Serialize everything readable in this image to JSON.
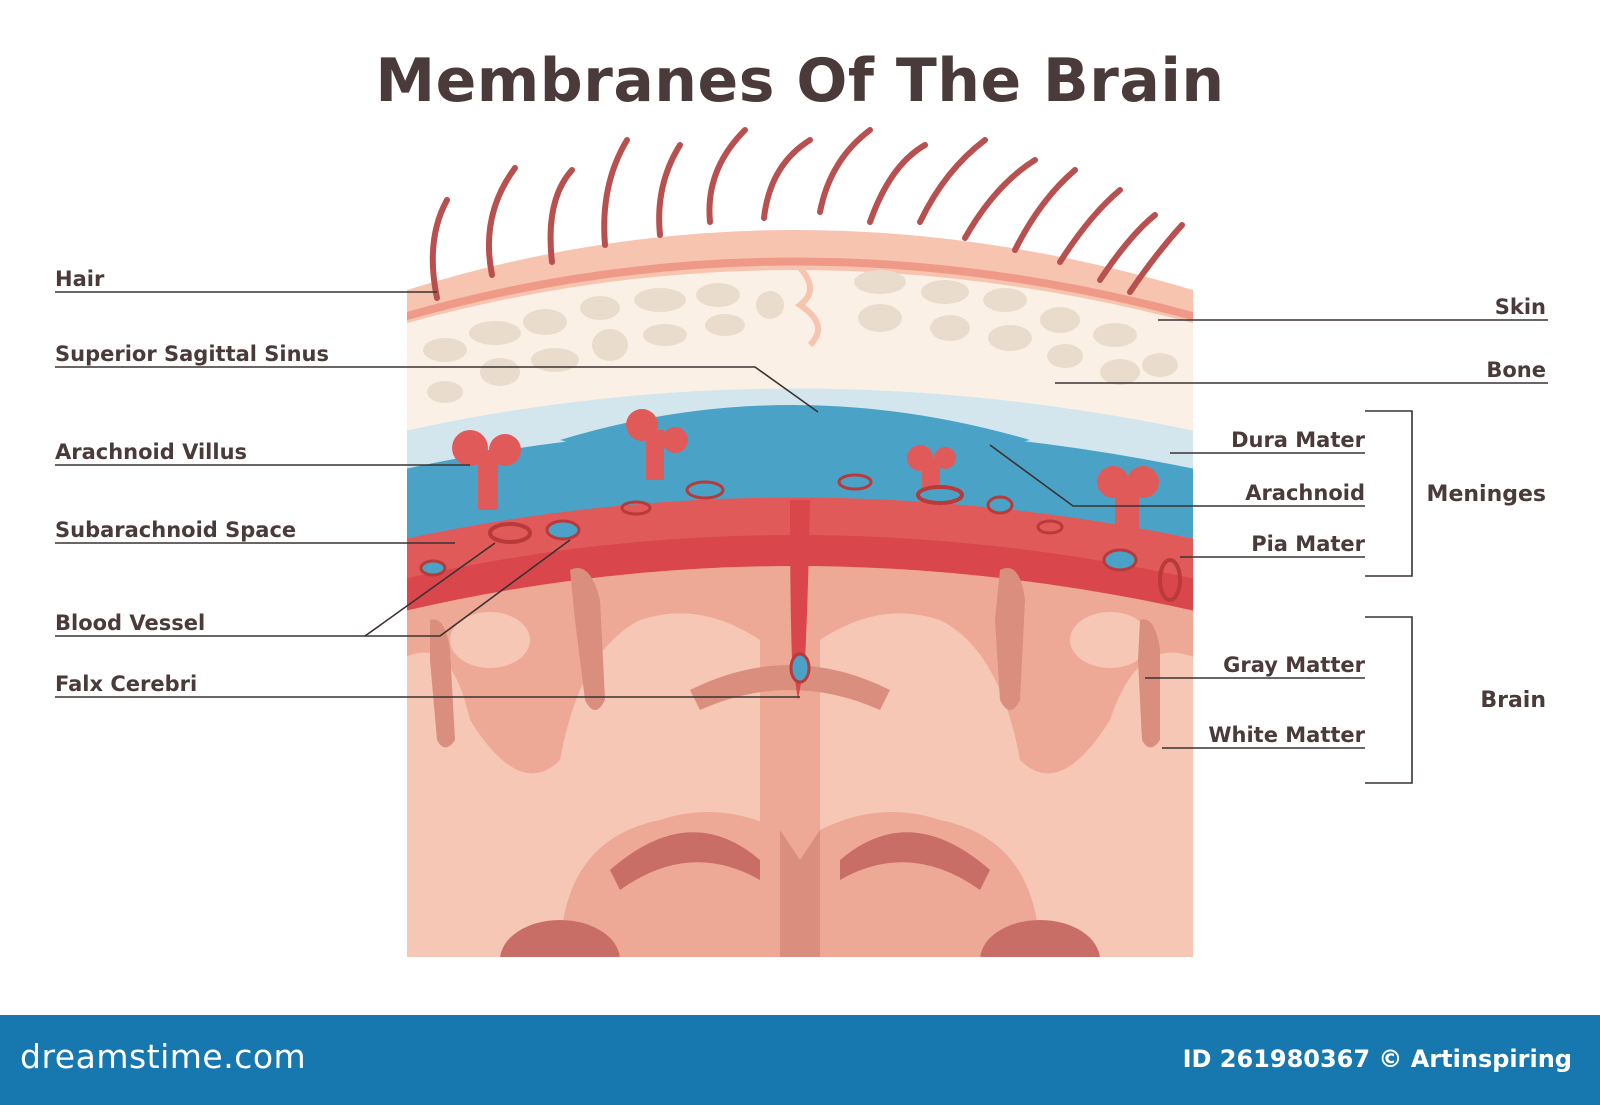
{
  "title": "Membranes Of The Brain",
  "labels_left": {
    "hair": "Hair",
    "superior_sagittal_sinus": "Superior Sagittal Sinus",
    "arachnoid_villus": "Arachnoid Villus",
    "subarachnoid_space": "Subarachnoid Space",
    "blood_vessel": "Blood Vessel",
    "falx_cerebri": "Falx Cerebri"
  },
  "labels_right": {
    "skin": "Skin",
    "bone": "Bone",
    "dura_mater": "Dura Mater",
    "arachnoid": "Arachnoid",
    "pia_mater": "Pia Mater",
    "gray_matter": "Gray Matter",
    "white_matter": "White Matter"
  },
  "groups": {
    "meninges": "Meninges",
    "brain": "Brain"
  },
  "footer": {
    "brand": "dreamstime.com",
    "id_text": "ID 261980367 © Artinspiring"
  },
  "colors": {
    "skin": "#f7c4b0",
    "bone": "#fbf0e6",
    "bone_spots": "#e9dccd",
    "dura": "#d3e6ee",
    "sinus_blue": "#4aa3c6",
    "arachnoid_red": "#e05a5a",
    "pia_red": "#d9464b",
    "gray_matter": "#eea896",
    "white_matter": "#f7c7b5",
    "hair": "#b85050",
    "footer": "#1778b0"
  }
}
